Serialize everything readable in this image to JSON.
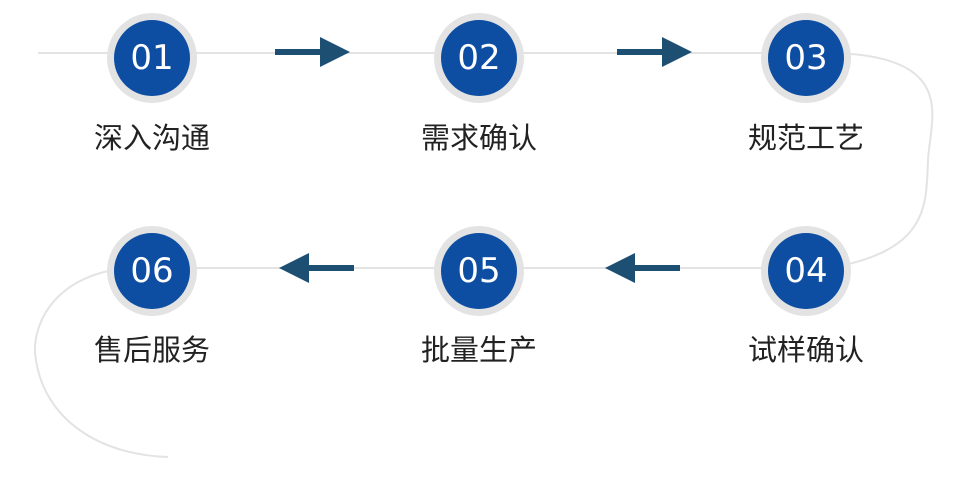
{
  "colors": {
    "node_fill": "#0d4ea3",
    "node_ring": "#e3e3e3",
    "connector": "#e3e3e3",
    "arrow": "#1d4f73",
    "label": "#222222"
  },
  "steps": [
    {
      "number": "01",
      "label": "深入沟通"
    },
    {
      "number": "02",
      "label": "需求确认"
    },
    {
      "number": "03",
      "label": "规范工艺"
    },
    {
      "number": "04",
      "label": "试样确认"
    },
    {
      "number": "05",
      "label": "批量生产"
    },
    {
      "number": "06",
      "label": "售后服务"
    }
  ]
}
